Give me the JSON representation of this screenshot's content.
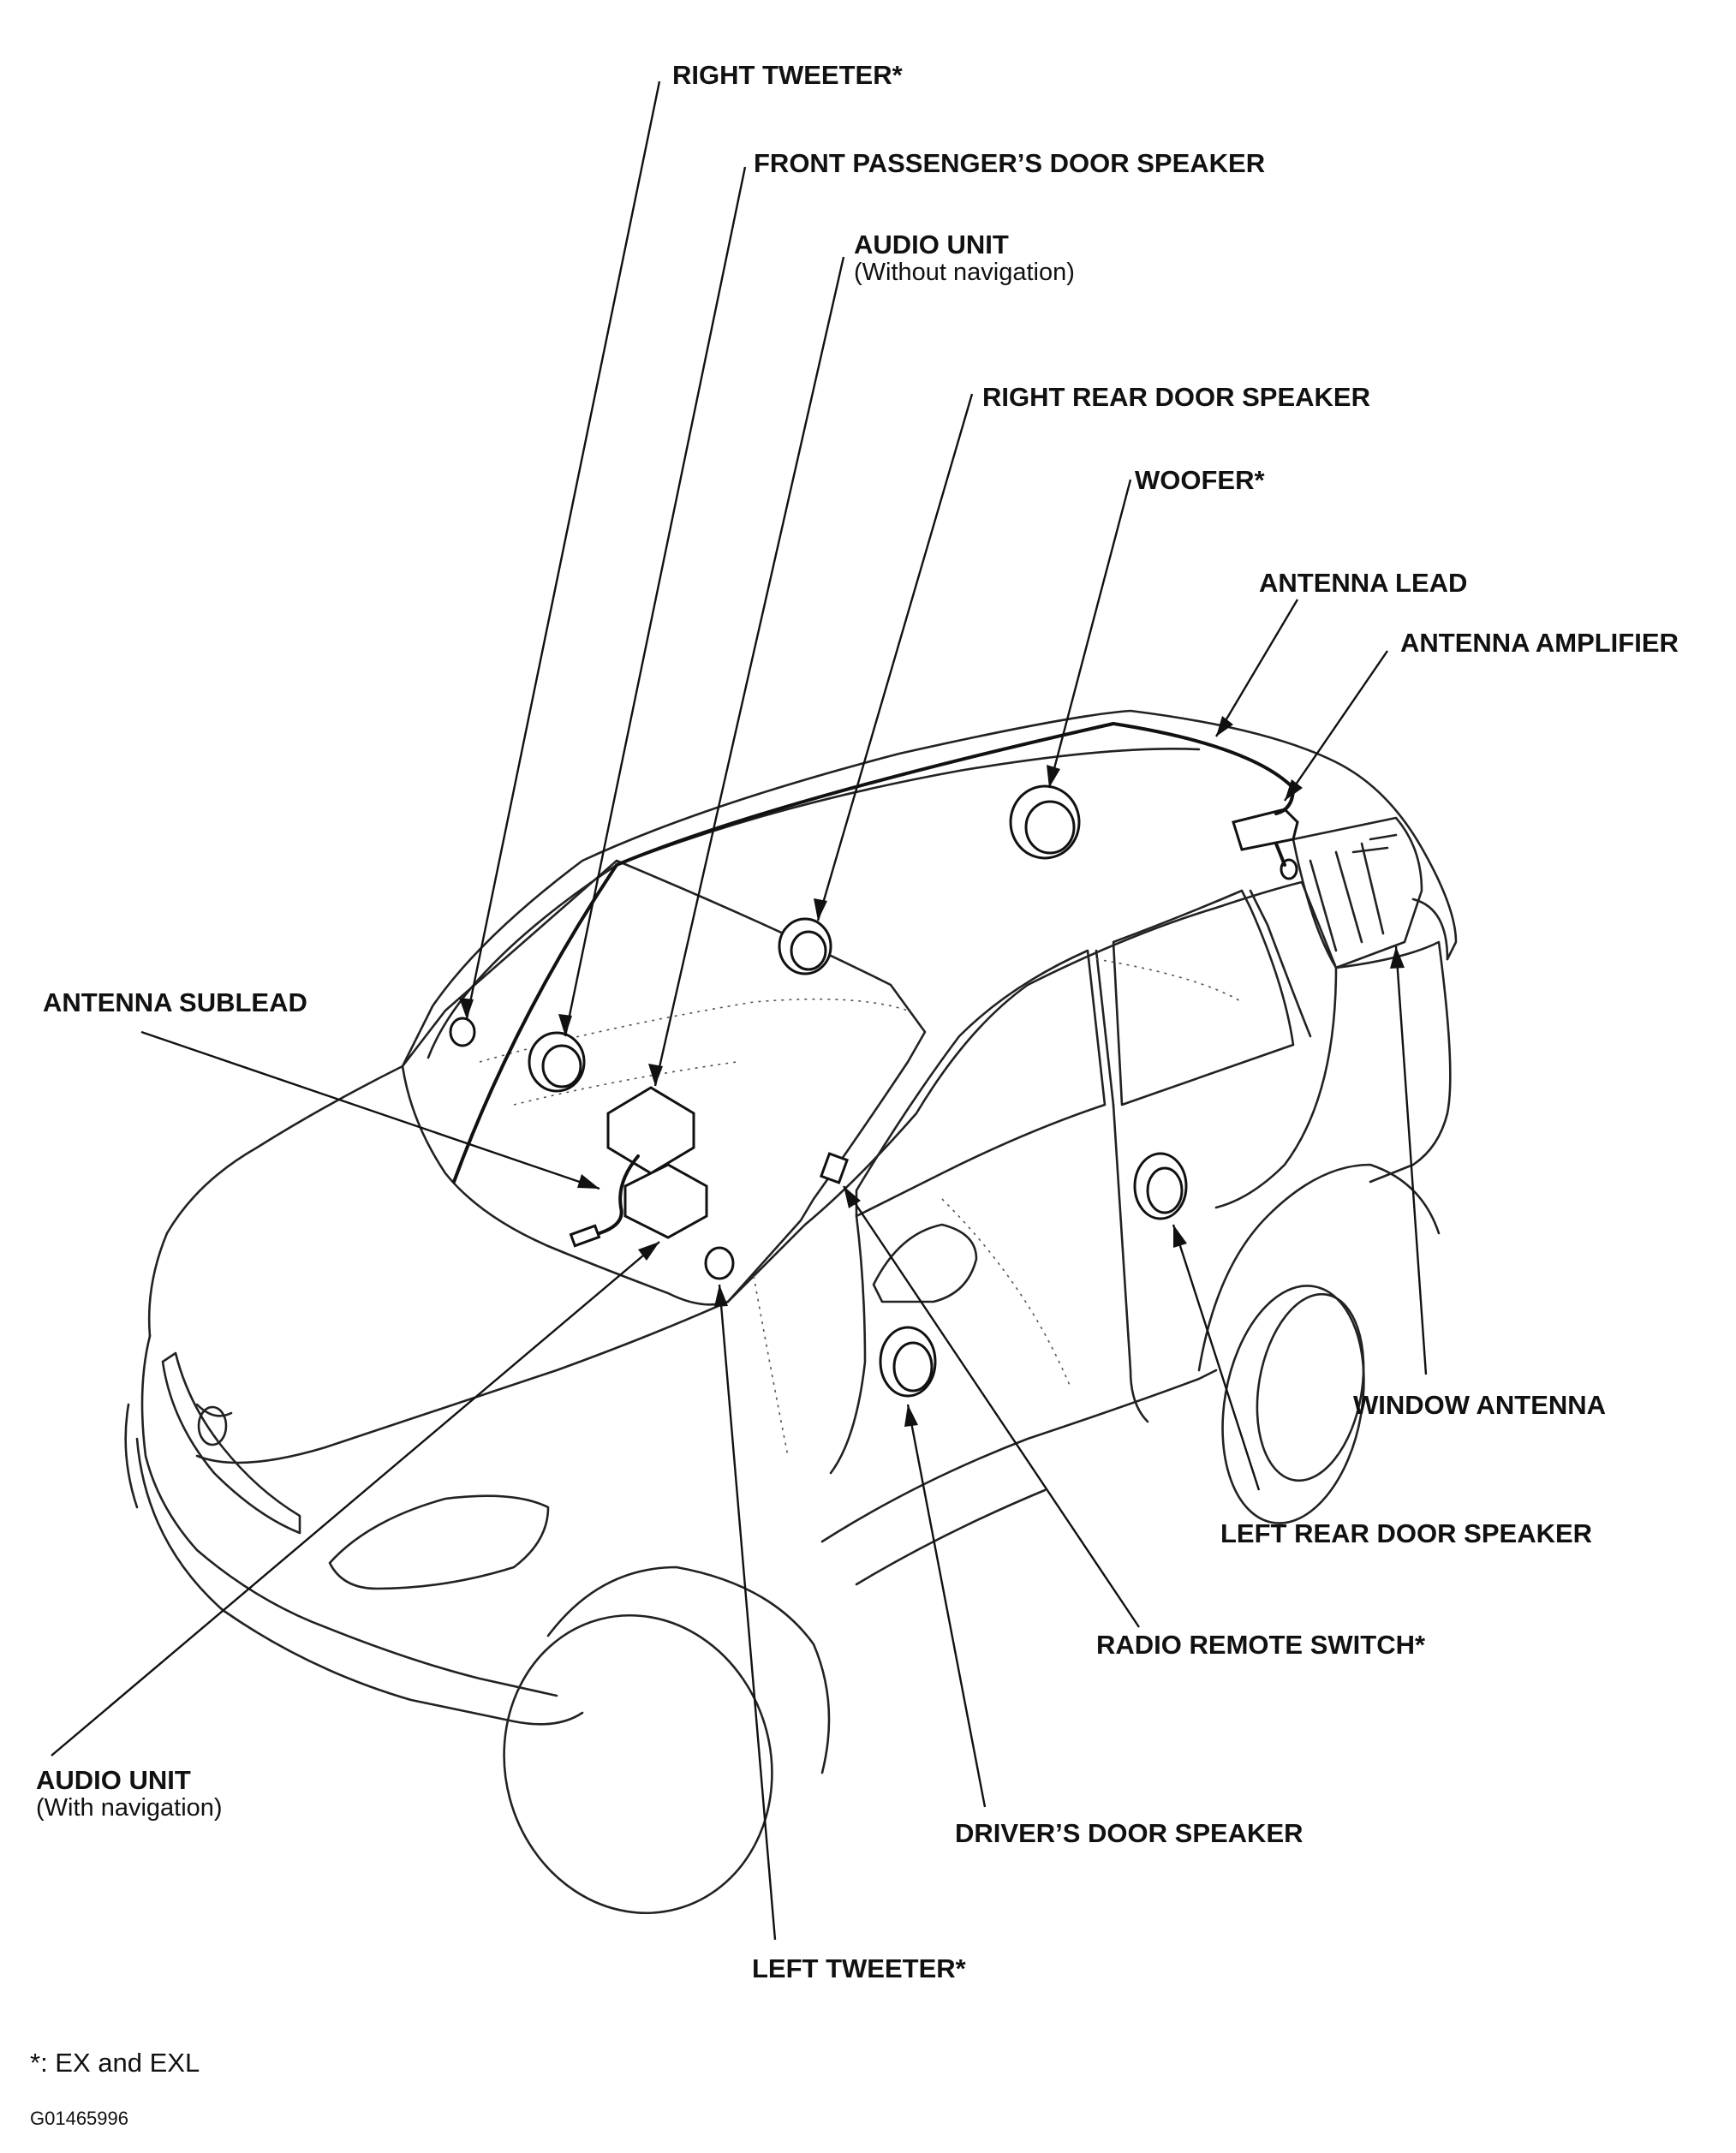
{
  "labels": {
    "right_tweeter": "RIGHT TWEETER*",
    "front_passenger_door_speaker": "FRONT PASSENGER’S DOOR SPEAKER",
    "audio_unit_top": "AUDIO UNIT",
    "audio_unit_top_sub": "(Without navigation)",
    "right_rear_door_speaker": "RIGHT REAR DOOR SPEAKER",
    "woofer": "WOOFER*",
    "antenna_lead": "ANTENNA LEAD",
    "antenna_amplifier": "ANTENNA AMPLIFIER",
    "antenna_sublead": "ANTENNA SUBLEAD",
    "window_antenna": "WINDOW ANTENNA",
    "left_rear_door_speaker": "LEFT REAR DOOR SPEAKER",
    "radio_remote_switch": "RADIO REMOTE SWITCH*",
    "audio_unit_bottom": "AUDIO UNIT",
    "audio_unit_bottom_sub": "(With navigation)",
    "drivers_door_speaker": "DRIVER’S DOOR SPEAKER",
    "left_tweeter": "LEFT TWEETER*"
  },
  "footnote": "*: EX and EXL",
  "figure_code": "G01465996"
}
